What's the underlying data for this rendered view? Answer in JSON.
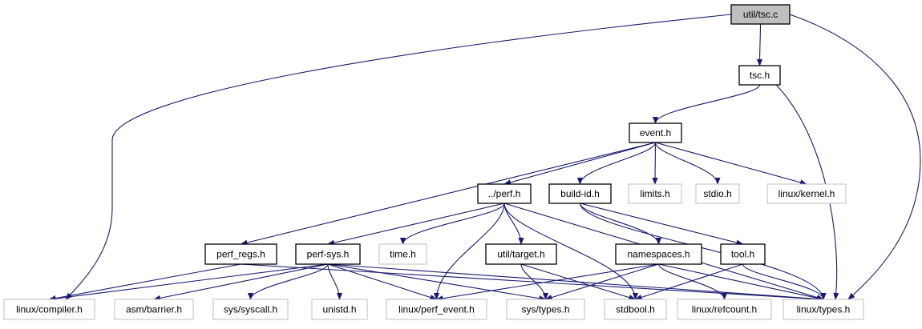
{
  "colors": {
    "edge": "#191970",
    "root_fill": "#bfbfbf",
    "documented_border": "#000000",
    "external_border": "#bfbfbf"
  },
  "nodes": [
    {
      "id": "tsc_c",
      "label": "util/tsc.c",
      "kind": "root"
    },
    {
      "id": "tsc_h",
      "label": "tsc.h",
      "kind": "documented"
    },
    {
      "id": "event_h",
      "label": "event.h",
      "kind": "documented"
    },
    {
      "id": "perf_h",
      "label": "../perf.h",
      "kind": "documented"
    },
    {
      "id": "buildid_h",
      "label": "build-id.h",
      "kind": "documented"
    },
    {
      "id": "limits_h",
      "label": "limits.h",
      "kind": "external"
    },
    {
      "id": "stdio_h",
      "label": "stdio.h",
      "kind": "external"
    },
    {
      "id": "kernel_h",
      "label": "linux/kernel.h",
      "kind": "external"
    },
    {
      "id": "perfregs_h",
      "label": "perf_regs.h",
      "kind": "documented"
    },
    {
      "id": "perfsys_h",
      "label": "perf-sys.h",
      "kind": "documented"
    },
    {
      "id": "time_h",
      "label": "time.h",
      "kind": "external"
    },
    {
      "id": "target_h",
      "label": "util/target.h",
      "kind": "documented"
    },
    {
      "id": "namespaces_h",
      "label": "namespaces.h",
      "kind": "documented"
    },
    {
      "id": "tool_h",
      "label": "tool.h",
      "kind": "documented"
    },
    {
      "id": "compiler_h",
      "label": "linux/compiler.h",
      "kind": "external"
    },
    {
      "id": "barrier_h",
      "label": "asm/barrier.h",
      "kind": "external"
    },
    {
      "id": "syscall_h",
      "label": "sys/syscall.h",
      "kind": "external"
    },
    {
      "id": "unistd_h",
      "label": "unistd.h",
      "kind": "external"
    },
    {
      "id": "perfevent_h",
      "label": "linux/perf_event.h",
      "kind": "external"
    },
    {
      "id": "systypes_h",
      "label": "sys/types.h",
      "kind": "external"
    },
    {
      "id": "stdbool_h",
      "label": "stdbool.h",
      "kind": "external"
    },
    {
      "id": "refcount_h",
      "label": "linux/refcount.h",
      "kind": "external"
    },
    {
      "id": "types_h",
      "label": "linux/types.h",
      "kind": "external"
    }
  ],
  "edges": [
    [
      "tsc_c",
      "tsc_h"
    ],
    [
      "tsc_c",
      "compiler_h"
    ],
    [
      "tsc_c",
      "types_h"
    ],
    [
      "tsc_h",
      "event_h"
    ],
    [
      "tsc_h",
      "types_h"
    ],
    [
      "event_h",
      "perf_h"
    ],
    [
      "event_h",
      "buildid_h"
    ],
    [
      "event_h",
      "limits_h"
    ],
    [
      "event_h",
      "stdio_h"
    ],
    [
      "event_h",
      "kernel_h"
    ],
    [
      "event_h",
      "perfregs_h"
    ],
    [
      "perf_h",
      "perfsys_h"
    ],
    [
      "perf_h",
      "time_h"
    ],
    [
      "perf_h",
      "target_h"
    ],
    [
      "perf_h",
      "perfevent_h"
    ],
    [
      "perf_h",
      "stdbool_h"
    ],
    [
      "perf_h",
      "types_h"
    ],
    [
      "buildid_h",
      "namespaces_h"
    ],
    [
      "buildid_h",
      "tool_h"
    ],
    [
      "buildid_h",
      "types_h"
    ],
    [
      "perfregs_h",
      "compiler_h"
    ],
    [
      "perfregs_h",
      "types_h"
    ],
    [
      "perfsys_h",
      "compiler_h"
    ],
    [
      "perfsys_h",
      "barrier_h"
    ],
    [
      "perfsys_h",
      "syscall_h"
    ],
    [
      "perfsys_h",
      "unistd_h"
    ],
    [
      "perfsys_h",
      "perfevent_h"
    ],
    [
      "perfsys_h",
      "systypes_h"
    ],
    [
      "perfsys_h",
      "types_h"
    ],
    [
      "target_h",
      "systypes_h"
    ],
    [
      "target_h",
      "stdbool_h"
    ],
    [
      "namespaces_h",
      "perfevent_h"
    ],
    [
      "namespaces_h",
      "systypes_h"
    ],
    [
      "namespaces_h",
      "refcount_h"
    ],
    [
      "namespaces_h",
      "types_h"
    ],
    [
      "tool_h",
      "stdbool_h"
    ],
    [
      "tool_h",
      "types_h"
    ]
  ]
}
